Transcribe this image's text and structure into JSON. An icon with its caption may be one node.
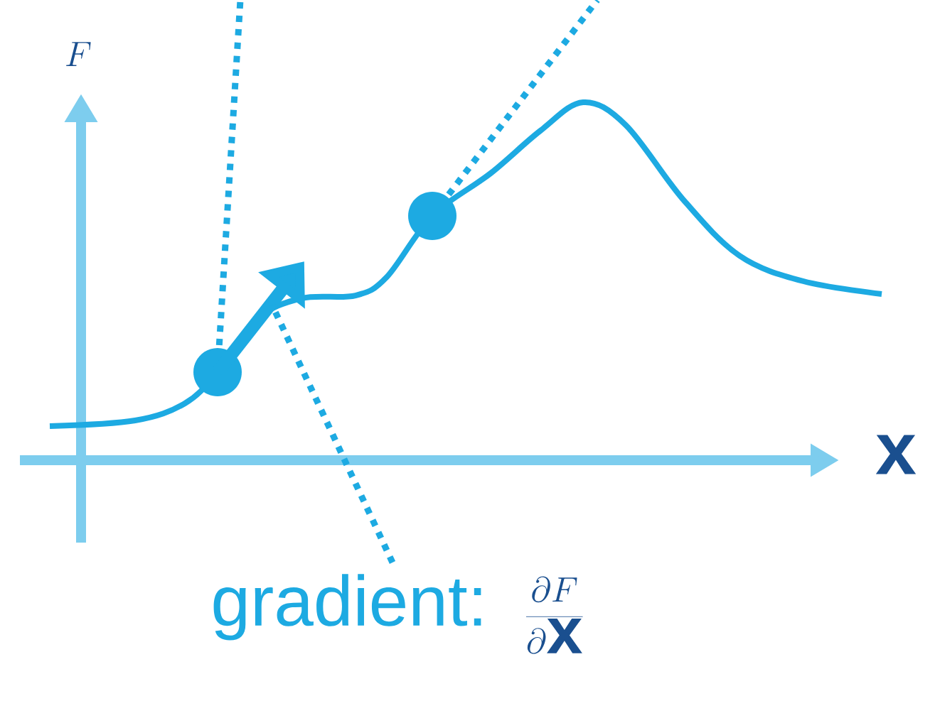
{
  "diagram": {
    "nodes": [
      {
        "text": [
          "gradient:",
          "\\frac{\\partial F}{\\partial \\mathbf{x}}"
        ]
      },
      {
        "text": [],
        "shape": "arrow"
      }
    ],
    "edges": [
      {
        "from": 0,
        "to": 1,
        "arrow": "none",
        "style": "dashed"
      }
    ],
    "labels": [
      "F",
      "\\mathbf{x}"
    ]
  }
}
